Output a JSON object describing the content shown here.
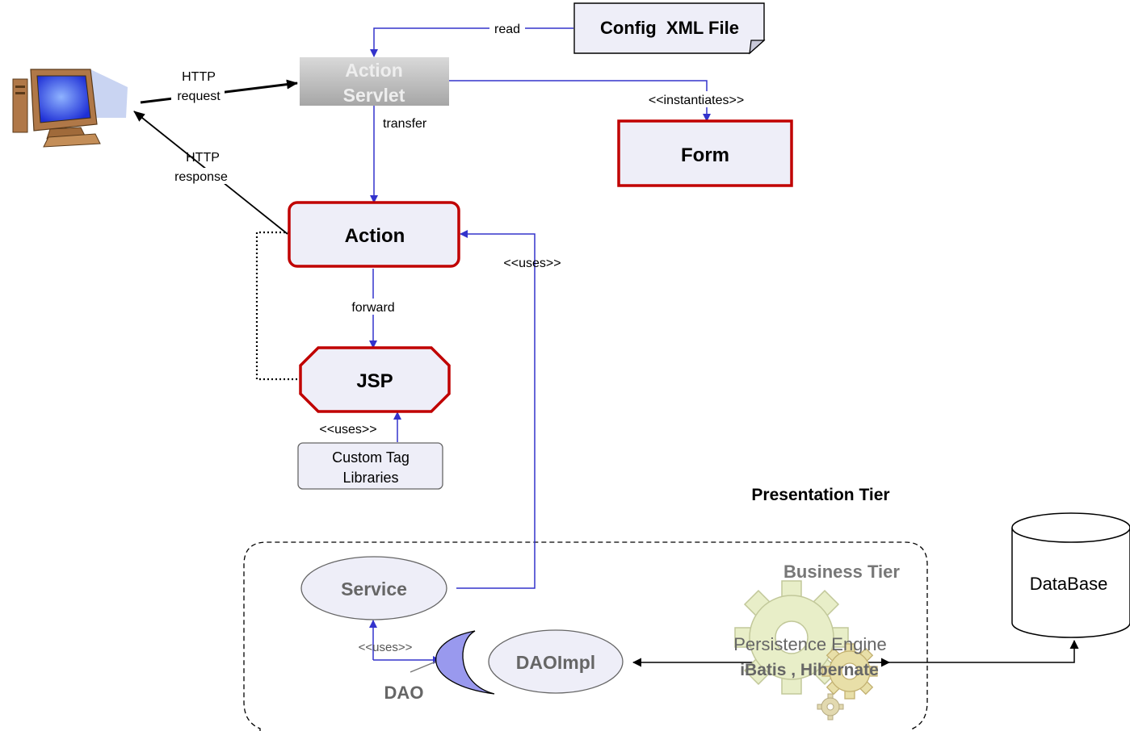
{
  "nodes": {
    "config": "Config  XML File",
    "servlet_line1": "Action",
    "servlet_line2": "Servlet",
    "form": "Form",
    "action": "Action",
    "jsp": "JSP",
    "custom_tag_line1": "Custom Tag",
    "custom_tag_line2": "Libraries",
    "service": "Service",
    "dao": "DAO",
    "daoimpl": "DAOImpl",
    "persistence_line1": "Persistence Engine",
    "persistence_line2": "iBatis , Hibernate",
    "database": "DataBase"
  },
  "edges": {
    "read": "read",
    "instantiates": "<<instantiates>>",
    "transfer": "transfer",
    "http_request_line1": "HTTP",
    "http_request_line2": "request",
    "http_response_line1": "HTTP",
    "http_response_line2": "response",
    "forward": "forward",
    "uses_action": "<<uses>>",
    "uses_jsp": "<<uses>>",
    "uses_dao": "<<uses>>"
  },
  "tiers": {
    "presentation": "Presentation Tier",
    "business": "Business Tier"
  },
  "colors": {
    "arrow_blue": "#3333cc",
    "node_red": "#c00000",
    "node_fill": "#eeeef8",
    "gray_text": "#777777"
  }
}
